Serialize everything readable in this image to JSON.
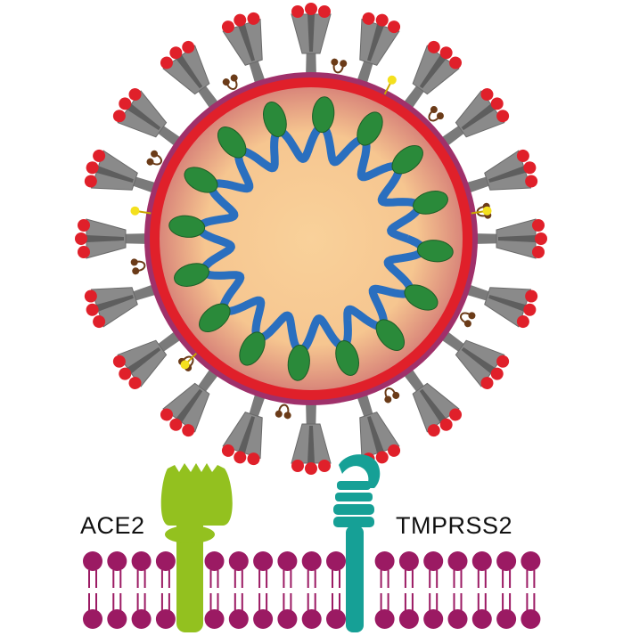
{
  "labels": {
    "receptor_left": "ACE2",
    "receptor_right": "TMPRSS2"
  },
  "colors": {
    "background": "#ffffff",
    "virus_core": "#f7c98f",
    "virus_core_edge": "#d98a7a",
    "envelope_inner": "#e0202a",
    "envelope_outer": "#a0306a",
    "rna": "#2a6fbf",
    "nucleocapsid": "#2a8a3a",
    "spike": "#8a8a8a",
    "spike_tip": "#e0202a",
    "membrane_protein": "#6b3b18",
    "envelope_protein": "#f4e01e",
    "ace2": "#93c11f",
    "tmprss2": "#16a096",
    "lipid": "#9b1a63"
  },
  "icons": {
    "virus": "coronavirus-particle",
    "spike": "spike-protein-icon",
    "ace2": "ace2-receptor-icon",
    "tmprss2": "tmprss2-protease-icon",
    "membrane": "lipid-bilayer-icon"
  }
}
